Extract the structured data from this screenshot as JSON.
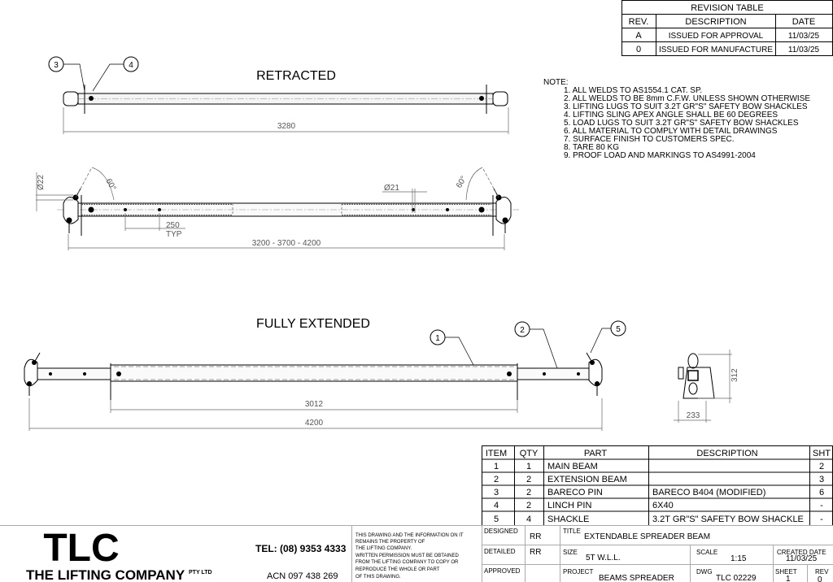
{
  "revision_table": {
    "title": "REVISION TABLE",
    "headers": [
      "REV.",
      "DESCRIPTION",
      "DATE"
    ],
    "rows": [
      {
        "rev": "A",
        "description": "ISSUED FOR APPROVAL",
        "date": "11/03/25"
      },
      {
        "rev": "0",
        "description": "ISSUED FOR MANUFACTURE",
        "date": "11/03/25"
      }
    ]
  },
  "notes": {
    "heading": "NOTE:",
    "items": [
      "1. ALL WELDS TO AS1554.1 CAT. SP.",
      "2. ALL WELDS TO BE 8mm C.F.W. UNLESS SHOWN OTHERWISE",
      "3. LIFTING LUGS TO SUIT 3.2T GR\"S\" SAFETY BOW SHACKLES",
      "4. LIFTING SLING APEX ANGLE SHALL BE 60 DEGREES",
      "5. LOAD LUGS TO SUIT 3.2T GR\"S\" SAFETY BOW SHACKLES",
      "6. ALL MATERIAL TO COMPLY WITH DETAIL DRAWINGS",
      "7. SURFACE FINISH TO CUSTOMERS SPEC.",
      "8. TARE 80 KG",
      "9. PROOF LOAD AND MARKINGS TO AS4991-2004"
    ]
  },
  "views": {
    "retracted": {
      "title": "RETRACTED",
      "length_dim": "3280",
      "balloons": [
        "3",
        "4"
      ]
    },
    "plan": {
      "dia_lug": "Ø22",
      "dia_pin": "Ø21",
      "angle_left": "60°",
      "angle_right": "60°",
      "pitch": "250",
      "pitch_note": "TYP",
      "range_dim": "3200 - 3700 - 4200"
    },
    "extended": {
      "title": "FULLY EXTENDED",
      "main_dim": "3012",
      "overall_dim": "4200",
      "balloons": [
        "1",
        "2",
        "5"
      ]
    },
    "end_view": {
      "height_dim": "312",
      "width_dim": "233"
    }
  },
  "parts_table": {
    "headers": [
      "ITEM",
      "QTY",
      "PART",
      "DESCRIPTION",
      "SHT"
    ],
    "rows": [
      {
        "item": "1",
        "qty": "1",
        "part": "MAIN BEAM",
        "description": "",
        "sht": "2"
      },
      {
        "item": "2",
        "qty": "2",
        "part": "EXTENSION BEAM",
        "description": "",
        "sht": "3"
      },
      {
        "item": "3",
        "qty": "2",
        "part": "BARECO PIN",
        "description": "BARECO B404 (MODIFIED)",
        "sht": "6"
      },
      {
        "item": "4",
        "qty": "2",
        "part": "LINCH PIN",
        "description": "6X40",
        "sht": "-"
      },
      {
        "item": "5",
        "qty": "4",
        "part": "SHACKLE",
        "description": "3.2T GR\"S\" SAFETY BOW SHACKLE",
        "sht": "-"
      }
    ]
  },
  "title_block": {
    "logo": "TLC",
    "company": "THE LIFTING COMPANY",
    "company_suffix": "PTY LTD",
    "tel": "TEL: (08) 9353 4333",
    "acn": "ACN 097 438 269",
    "legal": [
      "THIS DRAWING AND THE INFORMATION ON IT",
      "REMAINS THE PROPERTY OF",
      "THE LIFTING COMPANY.",
      "WRITTEN PERMISSION MUST BE OBTAINED",
      "FROM THE LIFTING COMPANY TO COPY OR",
      "REPRODUCE THE WHOLE OR PART",
      "OF THIS DRAWING."
    ],
    "designed_label": "DESIGNED",
    "designed": "RR",
    "detailed_label": "DETAILED",
    "detailed": "RR",
    "approved_label": "APPROVED",
    "approved": "",
    "title_label": "TITLE",
    "title": "EXTENDABLE SPREADER BEAM",
    "size_label": "SIZE",
    "size": "5T W.L.L.",
    "scale_label": "SCALE",
    "scale": "1:15",
    "created_label": "CREATED DATE",
    "created": "11/03/25",
    "project_label": "PROJECT",
    "project": "BEAMS SPREADER",
    "dwg_label": "DWG",
    "dwg": "TLC 02229",
    "sheet_label": "SHEET",
    "sheet": "1",
    "rev_label": "REV",
    "rev": "0"
  }
}
